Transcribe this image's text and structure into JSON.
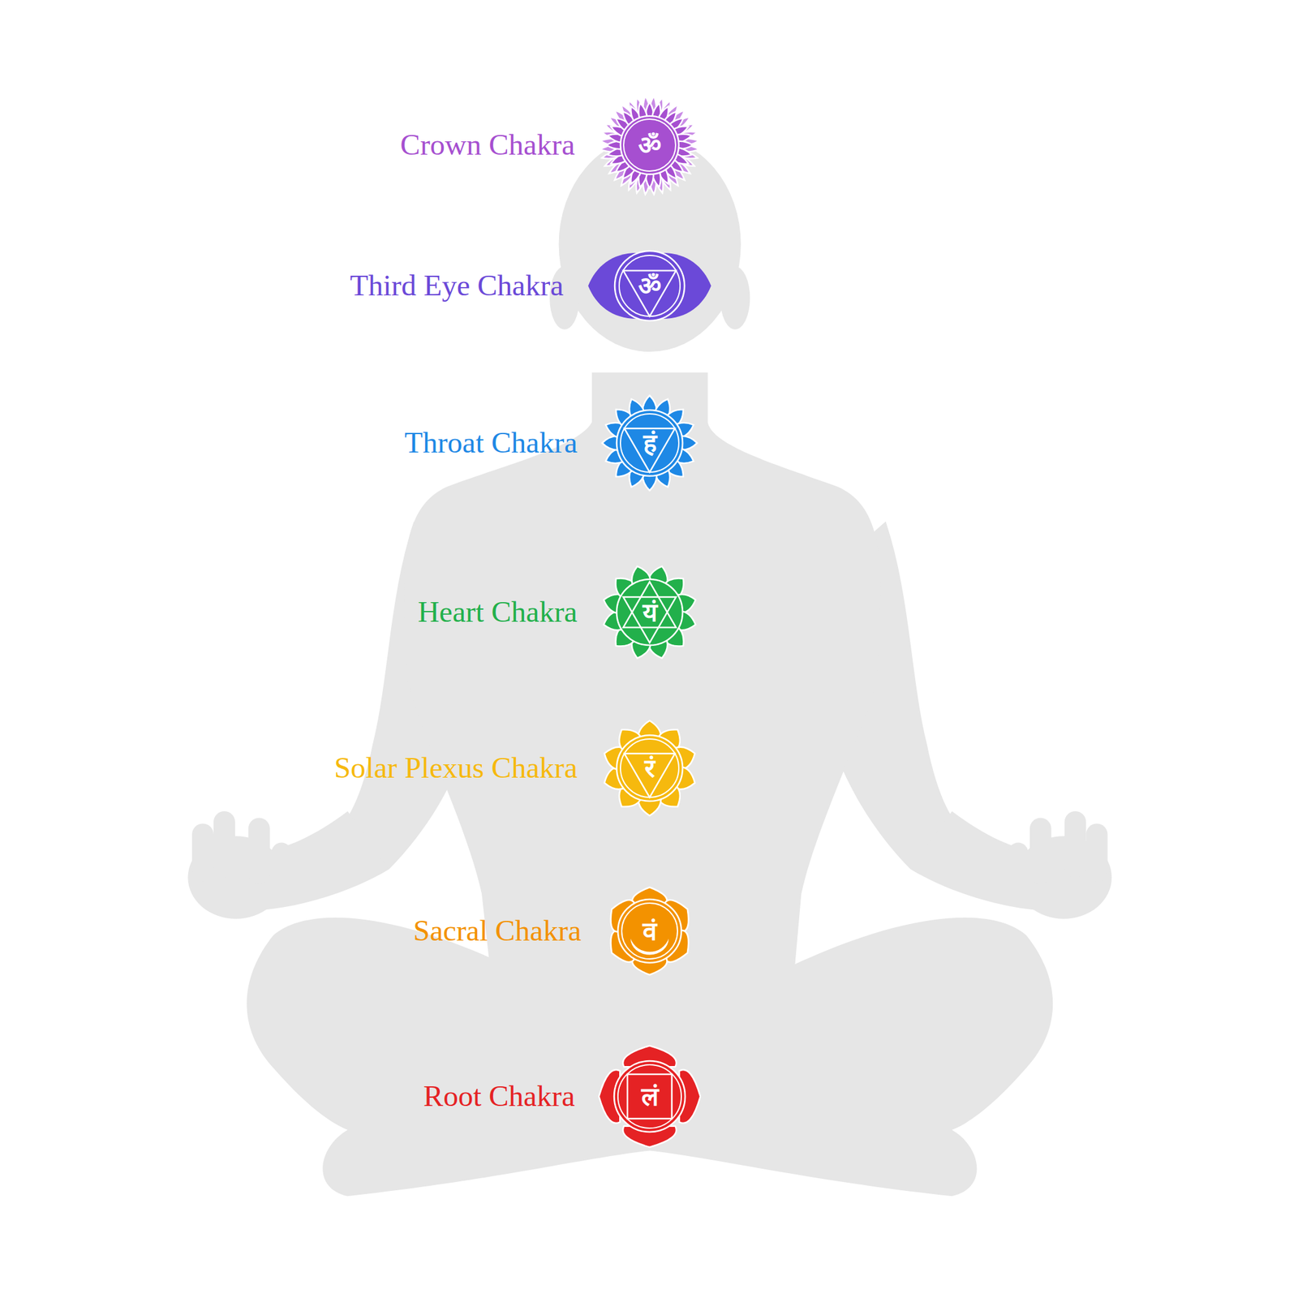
{
  "diagram": {
    "nodes": [
      {
        "text": [
          "Crown Chakra",
          "ॐ"
        ]
      },
      {
        "text": [
          "Third Eye Chakra",
          "ॐ"
        ]
      },
      {
        "text": [
          "Throat Chakra",
          "हं"
        ]
      },
      {
        "text": [
          "Heart Chakra",
          "यं"
        ]
      },
      {
        "text": [
          "Solar Plexus Chakra",
          "रं"
        ]
      },
      {
        "text": [
          "Sacral Chakra",
          "वं"
        ]
      },
      {
        "text": [
          "Root Chakra",
          "लं"
        ]
      }
    ]
  }
}
